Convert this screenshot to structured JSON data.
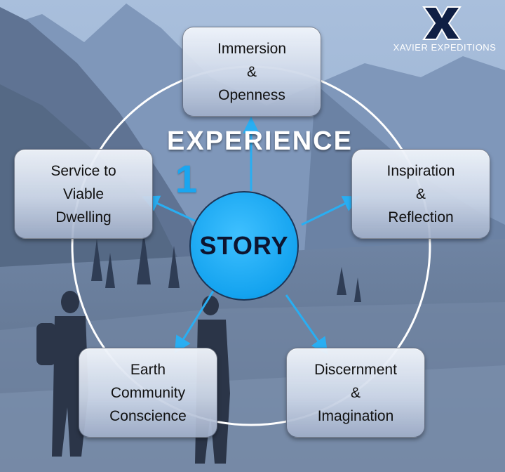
{
  "brand": {
    "name": "XAVIER EXPEDITIONS",
    "logo_letter": "X"
  },
  "diagram": {
    "heading": "EXPERIENCE",
    "step": "1",
    "center": "STORY",
    "nodes": [
      {
        "id": "immersion",
        "lines": [
          "Immersion",
          "&",
          "Openness"
        ]
      },
      {
        "id": "inspiration",
        "lines": [
          "Inspiration",
          "&",
          "Reflection"
        ]
      },
      {
        "id": "discernment",
        "lines": [
          "Discernment",
          "&",
          "Imagination"
        ]
      },
      {
        "id": "earth",
        "lines": [
          "Earth",
          "Community",
          "Conscience"
        ]
      },
      {
        "id": "service",
        "lines": [
          "Service to",
          "Viable",
          "Dwelling"
        ]
      }
    ]
  },
  "colors": {
    "accent": "#1aa6f0",
    "arrow": "#29aef2",
    "ring": "#ffffff",
    "logo": "#0f1f44"
  }
}
